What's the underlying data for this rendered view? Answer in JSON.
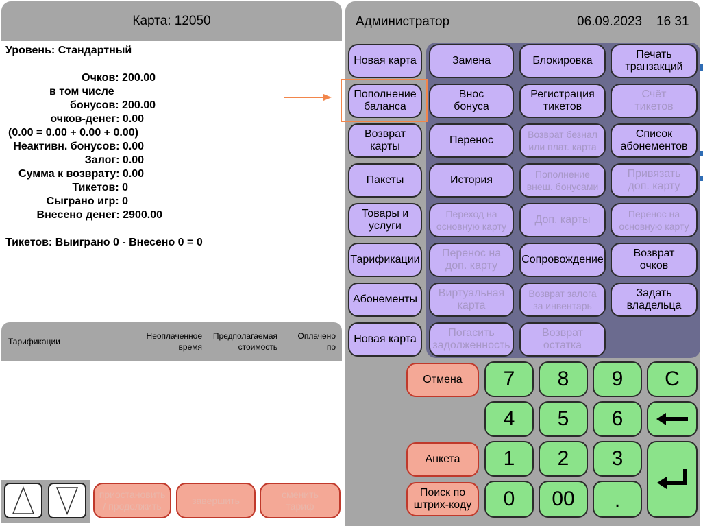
{
  "card": {
    "title": "Карта: 12050",
    "level": "Уровень: Стандартный",
    "points": "Очков: 200.00",
    "including": "в том числе",
    "bonuses": "бонусов: 200.00",
    "money_points": "очков-денег: 0.00",
    "formula": "(0.00 = 0.00 + 0.00 + 0.00)",
    "inactive_bonuses": "Неактивн. бонусов: 0.00",
    "deposit": "Залог: 0.00",
    "refund_sum": "Сумма к возврату: 0.00",
    "tickets": "Тикетов: 0",
    "games_played": "Сыграно игр: 0",
    "money_deposited": "Внесено денег: 2900.00",
    "tickets_summary": "Тикетов: Выиграно 0 - Внесено 0 = 0"
  },
  "tariff_table": {
    "col_tariffs": "Тарификации",
    "col_unpaid_1": "Неоплаченное",
    "col_unpaid_2": "время",
    "col_cost_1": "Предполагаемая",
    "col_cost_2": "стоимость",
    "col_paid_1": "Оплачено",
    "col_paid_2": "по"
  },
  "bottom_actions": {
    "pause_1": "приостановить",
    "pause_2": "/ продолжить",
    "finish": "завершить",
    "change_1": "сменить",
    "change_2": "тариф"
  },
  "admin": {
    "user": "Администратор",
    "date": "06.09.2023",
    "time": "16 31"
  },
  "left_menu": {
    "new_card": "Новая карта",
    "topup_1": "Пополнение",
    "topup_2": "баланса",
    "return_card_1": "Возврат",
    "return_card_2": "карты",
    "packages": "Пакеты",
    "goods_1": "Товары и",
    "goods_2": "услуги",
    "tariffs": "Тарификации",
    "subscriptions": "Абонементы",
    "new_card_2": "Новая карта"
  },
  "grid": {
    "replace": "Замена",
    "block": "Блокировка",
    "print_1": "Печать",
    "print_2": "транзакций",
    "bonus_1": "Внос",
    "bonus_2": "бонуса",
    "reg_1": "Регистрация",
    "reg_2": "тикетов",
    "bill_1": "Счёт",
    "bill_2": "тикетов",
    "transfer": "Перенос",
    "cashless_1": "Возврат безнал",
    "cashless_2": "или плат. карта",
    "subs_list_1": "Список",
    "subs_list_2": "абонементов",
    "history": "История",
    "ext_1": "Пополнение",
    "ext_2": "внеш. бонусами",
    "bind_1": "Привязать",
    "bind_2": "доп. карту",
    "go_main_1": "Переход на",
    "go_main_2": "основную карту",
    "extra_cards": "Доп. карты",
    "move_main_1": "Перенос на",
    "move_main_2": "основную карту",
    "move_extra_1": "Перенос на",
    "move_extra_2": "доп. карту",
    "escort": "Сопровождение",
    "ret_points_1": "Возврат",
    "ret_points_2": "очков",
    "virtual_1": "Виртуальная",
    "virtual_2": "карта",
    "inv_1": "Возврат залога",
    "inv_2": "за инвентарь",
    "owner_1": "Задать",
    "owner_2": "владельца",
    "debt_1": "Погасить",
    "debt_2": "задолженность",
    "rest_1": "Возврат",
    "rest_2": "остатка"
  },
  "keypad": {
    "cancel": "Отмена",
    "form": "Анкета",
    "barcode_1": "Поиск по",
    "barcode_2": "штрих-коду",
    "k7": "7",
    "k8": "8",
    "k9": "9",
    "clear": "C",
    "k4": "4",
    "k5": "5",
    "k6": "6",
    "k1": "1",
    "k2": "2",
    "k3": "3",
    "k0": "0",
    "k00": "00",
    "dot": "."
  },
  "colors": {
    "panel_gray": "#a6a6a6",
    "slate": "#6b6b8f",
    "purple_button": "#c7b2f7",
    "green_key": "#8be38a",
    "salmon_button": "#f4a896",
    "highlight_orange": "#f2864b"
  }
}
